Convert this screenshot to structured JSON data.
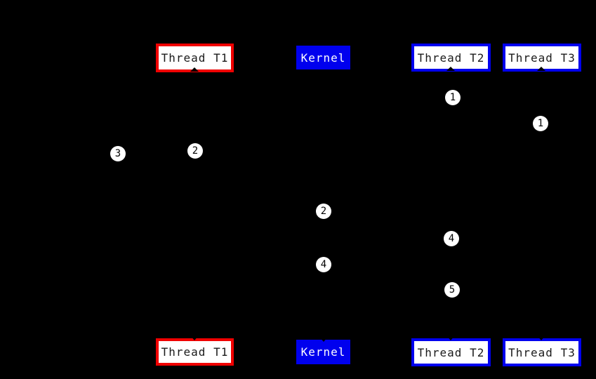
{
  "diagram": {
    "type": "thread-kernel-sequence-diagram",
    "background_color": "#000000",
    "colors": {
      "thread_t1_border": "#f00000",
      "thread_t2_border": "#0000ee",
      "thread_t3_border": "#0000ee",
      "kernel_fill": "#0000ee",
      "kernel_text": "#ffffff",
      "box_fill": "#ffffff",
      "box_text": "#1a1a1a",
      "marker_fill": "#ffffff",
      "marker_text": "#000000"
    },
    "lifelines": {
      "top": {
        "thread_t1": "Thread T1",
        "kernel": "Kernel",
        "thread_t2": "Thread T2",
        "thread_t3": "Thread T3"
      },
      "bottom": {
        "thread_t1": "Thread T1",
        "kernel": "Kernel",
        "thread_t2": "Thread T2",
        "thread_t3": "Thread T3"
      }
    },
    "markers": {
      "m1_t2": "1",
      "m1_t3": "1",
      "m2_t1": "2",
      "m2_kernel": "2",
      "m3_left": "3",
      "m4_t2": "4",
      "m4_kernel": "4",
      "m5_t2": "5"
    }
  }
}
